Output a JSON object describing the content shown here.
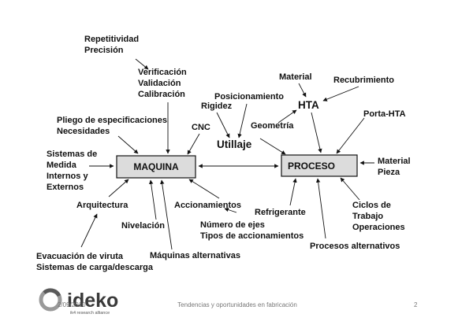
{
  "diagram": {
    "boxes": {
      "maquina": "MAQUINA",
      "proceso": "PROCESO"
    },
    "center": {
      "utillaje": "Utillaje",
      "hta": "HTA"
    },
    "labels": {
      "repetitividad": "Repetitividad",
      "precision": "Precisión",
      "verificacion": "Verificación",
      "validacion": "Validación",
      "calibracion": "Calibración",
      "posicionamiento": "Posicionamiento",
      "rigidez": "Rigidez",
      "pliego": "Pliego de especificaciones",
      "necesidades": "Necesidades",
      "cnc": "CNC",
      "geometria": "Geometría",
      "material_top": "Material",
      "recubrimiento": "Recubrimiento",
      "porta_hta": "Porta-HTA",
      "sistemas": "Sistemas de",
      "medida": "Medida",
      "internos": "Internos y",
      "externos": "Externos",
      "material_pieza_1": "Material",
      "material_pieza_2": "Pieza",
      "arquitectura": "Arquitectura",
      "accionamientos": "Accionamientos",
      "refrigerante": "Refrigerante",
      "ciclos": "Ciclos de",
      "trabajo": "Trabajo",
      "operaciones": "Operaciones",
      "nivelacion": "Nivelación",
      "num_ejes": "Número de ejes",
      "tipos_acc": "Tipos de accionamientos",
      "procesos_alt": "Procesos alternativos",
      "evacuacion": "Evacuación de viruta",
      "sistemas_carga": "Sistemas de carga/descarga",
      "maquinas_alt": "Máquinas alternativas"
    }
  },
  "footer": {
    "date": "2/09/2010",
    "center_text": "Tendencias y oportunidades en fabricación",
    "page_number": "2",
    "logo_word": "ideko",
    "logo_sub": "ik4 research alliance"
  }
}
